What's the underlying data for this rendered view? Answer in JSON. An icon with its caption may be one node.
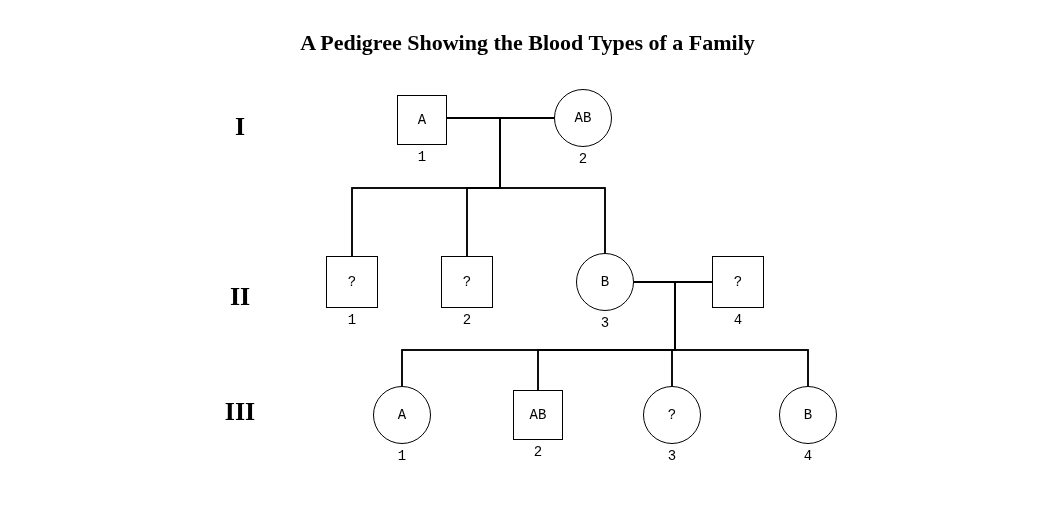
{
  "diagram": {
    "title": "A Pedigree Showing the Blood Types of a Family",
    "nodes": [
      {
        "text": [
          "A"
        ],
        "beside": [
          "1"
        ]
      },
      {
        "text": [
          "AB"
        ],
        "beside": [
          "2"
        ]
      },
      {
        "text": [
          "?"
        ],
        "beside": [
          "1"
        ]
      },
      {
        "text": [
          "?"
        ],
        "beside": [
          "2"
        ]
      },
      {
        "text": [
          "B"
        ],
        "beside": [
          "3"
        ]
      },
      {
        "text": [
          "?"
        ],
        "beside": [
          "4"
        ]
      },
      {
        "text": [
          "A"
        ],
        "beside": [
          "1"
        ]
      },
      {
        "text": [
          "AB"
        ],
        "beside": [
          "2"
        ]
      },
      {
        "text": [
          "?"
        ],
        "beside": [
          "3"
        ]
      },
      {
        "text": [
          "B"
        ],
        "beside": [
          "4"
        ]
      }
    ],
    "edges": [
      {
        "from": 0,
        "to": 1,
        "arrow": "none"
      },
      {
        "from": 0,
        "to": 2,
        "arrow": "none"
      },
      {
        "from": 0,
        "to": 3,
        "arrow": "none"
      },
      {
        "from": 0,
        "to": 4,
        "arrow": "none"
      },
      {
        "from": 1,
        "to": 2,
        "arrow": "none"
      },
      {
        "from": 1,
        "to": 3,
        "arrow": "none"
      },
      {
        "from": 1,
        "to": 4,
        "arrow": "none"
      },
      {
        "from": 4,
        "to": 5,
        "arrow": "none"
      },
      {
        "from": 4,
        "to": 6,
        "arrow": "none"
      },
      {
        "from": 4,
        "to": 7,
        "arrow": "none"
      },
      {
        "from": 4,
        "to": 8,
        "arrow": "none"
      },
      {
        "from": 4,
        "to": 9,
        "arrow": "none"
      },
      {
        "from": 5,
        "to": 6,
        "arrow": "none"
      },
      {
        "from": 5,
        "to": 7,
        "arrow": "none"
      },
      {
        "from": 5,
        "to": 8,
        "arrow": "none"
      },
      {
        "from": 5,
        "to": 9,
        "arrow": "none"
      }
    ],
    "labels": [
      "I",
      "II",
      "III"
    ]
  }
}
